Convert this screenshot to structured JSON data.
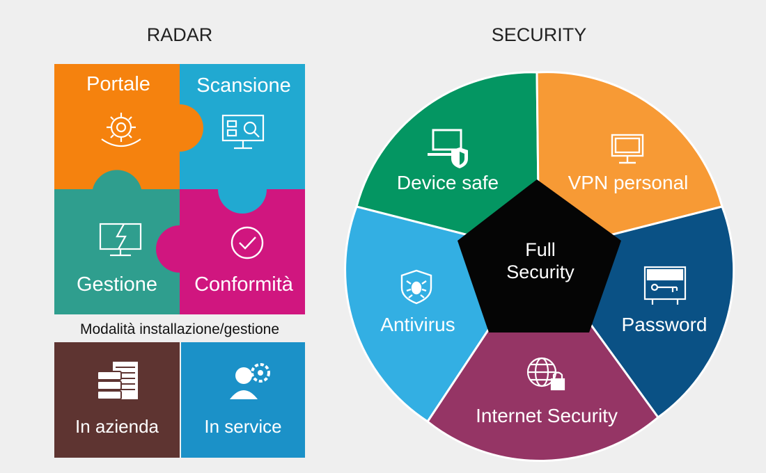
{
  "radar": {
    "title": "RADAR",
    "pieces": [
      {
        "label": "Portale",
        "color": "#f5820e",
        "icon": "gear-icon"
      },
      {
        "label": "Scansione",
        "color": "#21a9d1",
        "icon": "monitor-scan-icon"
      },
      {
        "label": "Gestione",
        "color": "#2f9e8e",
        "icon": "broken-monitor-icon"
      },
      {
        "label": "Conformità",
        "color": "#d0167f",
        "icon": "check-circle-icon"
      }
    ],
    "install_caption": "Modalità installazione/gestione",
    "install": [
      {
        "label": "In azienda",
        "color": "#5e3431",
        "icon": "server-building-icon"
      },
      {
        "label": "In service",
        "color": "#1b91c8",
        "icon": "support-agent-icon"
      }
    ]
  },
  "security": {
    "title": "SECURITY",
    "center": [
      "Full",
      "Security"
    ],
    "center_color": "#050505",
    "wedges": [
      {
        "label": "Device safe",
        "color": "#049662",
        "icon": "laptop-shield-icon"
      },
      {
        "label": "VPN personal",
        "color": "#f79a35",
        "icon": "monitor-icon"
      },
      {
        "label": "Password",
        "color": "#0a5185",
        "icon": "password-key-icon"
      },
      {
        "label": "Internet Security",
        "color": "#953565",
        "icon": "globe-lock-icon"
      },
      {
        "label": "Antivirus",
        "color": "#33afe3",
        "icon": "bug-shield-icon"
      }
    ]
  }
}
